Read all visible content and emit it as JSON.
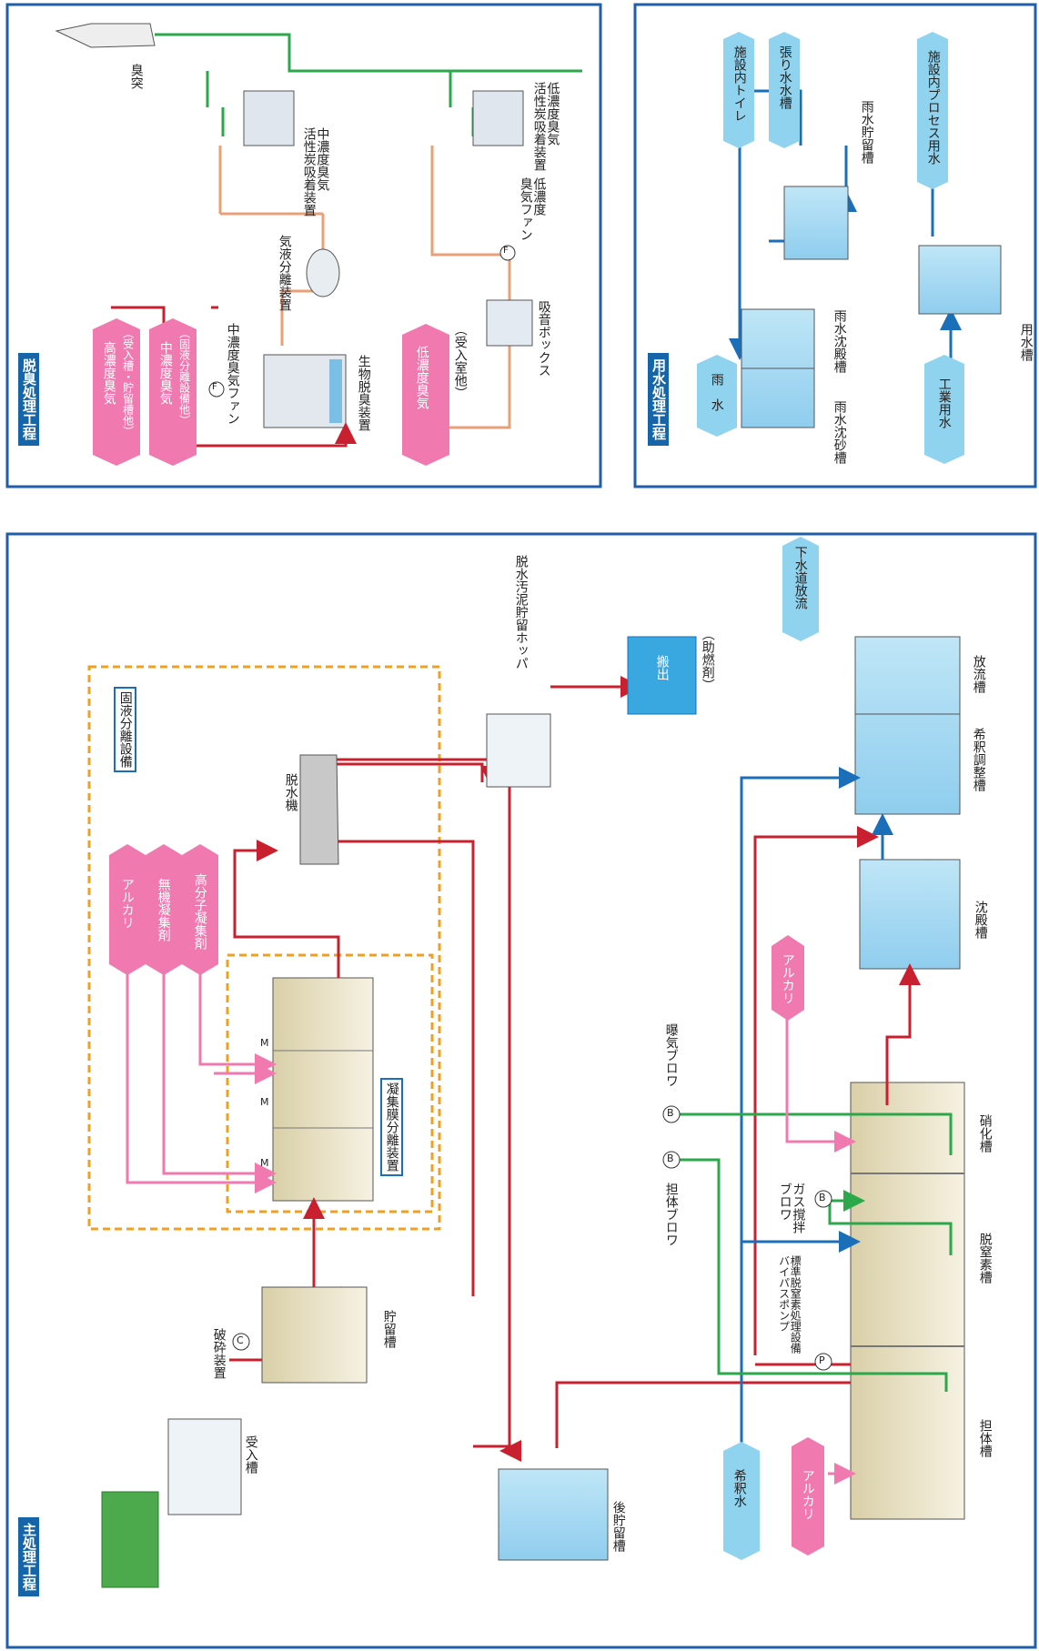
{
  "colors": {
    "panel_border": "#1f5ea8",
    "red": "#c8202e",
    "green": "#2aa84a",
    "blue": "#1a6fb8",
    "pink": "#f07ab0",
    "peach": "#e8a078",
    "orange": "#f0a020",
    "cyan": "#8fd3ee"
  },
  "panels": {
    "deodor": {
      "title": "脱臭処理工程"
    },
    "water": {
      "title": "用水処理工程"
    },
    "main": {
      "title": "主処理工程"
    }
  },
  "deodor": {
    "stack": "臭突",
    "mid_adsorber": "中濃度臭気\n活性炭吸着装置",
    "low_adsorber": "低濃度臭気\n活性炭吸着装置",
    "gas_sep": "気液分離装置",
    "mid_fan": "中濃度臭気ファン",
    "bio": "生物脱臭装置",
    "low_fan": "低濃度\n臭気ファン",
    "silencer": "吸音ボックス",
    "high_src": "高濃度臭気",
    "high_src_sub": "（受入槽・貯留槽他）",
    "mid_src": "中濃度臭気",
    "mid_src_sub": "（固液分離設備他）",
    "low_src": "低濃度臭気",
    "low_src_sub": "（受入室他）",
    "fan_mark": "F"
  },
  "water": {
    "toilet": "施設内トイレ",
    "sprinkle": "張り水水槽",
    "rain_store": "雨水貯留槽",
    "process": "施設内プロセス用水",
    "rain": "雨　水",
    "sand": "雨水沈砂槽",
    "settle": "雨水沈殿槽",
    "industrial": "工業用水",
    "water_tank": "用水槽"
  },
  "main": {
    "solid_sep": "固液分離設備",
    "dehydrator": "脱水機",
    "hopper": "脱水汚泥貯留ホッパ",
    "truck": "搬出",
    "fuel": "（助燃剤）",
    "alkali": "アルカリ",
    "inorganic": "無機凝集剤",
    "polymer": "高分子凝集剤",
    "thickener": "凝集膜分離装置",
    "motor": "M",
    "storage": "貯留槽",
    "crusher": "破砕装置",
    "crusher_mark": "C",
    "receiving": "受入槽",
    "post_storage": "後貯留槽",
    "sewer": "下水道放流",
    "discharge": "放流槽",
    "dilution_tank": "希釈調整槽",
    "sediment": "沈殿槽",
    "alkali2": "アルカリ",
    "aeration_blower": "曝気ブロワ",
    "carrier_blower": "担体ブロワ",
    "gas_mix": "ガス撹拌\nブロワ",
    "bypass": "標準脱窒素処理設備\nバイパスポンプ",
    "blower_mark": "B",
    "pump_mark": "P",
    "dilution_water": "希釈水",
    "alkali3": "アルカリ",
    "carrier_tank": "担体槽",
    "denitr": "脱窒素槽",
    "nitr": "硝化槽"
  }
}
